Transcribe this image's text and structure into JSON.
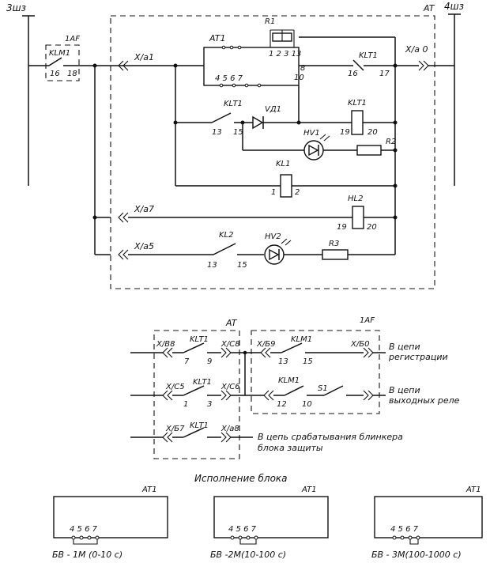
{
  "labels": {
    "bus_left": "3шз",
    "bus_right": "4шз",
    "at_frame": "AT",
    "af_frame": "1AF",
    "klm1": "KLM1",
    "klm1_pin_a": "16",
    "klm1_pin_b": "18",
    "r1": "R1",
    "at1": "AT1",
    "at1_pins_top": "1 2 3 13",
    "at1_pin8": "8",
    "at1_pin10": "10",
    "at1_pins_bottom": "4 5 6 7",
    "x_a1": "X/a1",
    "x_a0": "X/a 0",
    "klt1": "KLT1",
    "klt1_pin16": "16",
    "klt1_pin17": "17",
    "klt1_pin13": "13",
    "klt1_pin15": "15",
    "vd1": "VД1",
    "klt1_coil": "KLT1",
    "klt1_coil_19": "19",
    "klt1_coil_20": "20",
    "hv1": "HV1",
    "r2": "R2",
    "kl1": "KL1",
    "kl1_pin1": "1",
    "kl1_pin2": "2",
    "x_a7": "X/a7",
    "hl2": "HL2",
    "hl2_pin19": "19",
    "hl2_pin20": "20",
    "x_a5": "X/a5",
    "kl2": "KL2",
    "kl2_pin13": "13",
    "kl2_pin15": "15",
    "hv2": "HV2",
    "r3": "R3"
  },
  "lower": {
    "at_frame": "AT",
    "af_frame": "1AF",
    "x_b8": "X/B8",
    "klt1_a": "KLT1",
    "pin7": "7",
    "pin9": "9",
    "x_c8": "X/C8",
    "x_b9": "X/Б9",
    "klm1_a": "KLM1",
    "pin13": "13",
    "pin15": "15",
    "x_b0": "X/Б0",
    "reg_line1": "В цепи",
    "reg_line2": "регистрации",
    "x_c5": "X/C5",
    "klt1_b": "KLT1",
    "pin1": "1",
    "pin3": "3",
    "x_c6": "X/C6",
    "klm1_b": "KLM1",
    "s1": "S1",
    "pin12": "12",
    "pin10": "10",
    "out_line1": "В цепи",
    "out_line2": "выходных реле",
    "x_b7": "X/Б7",
    "klt1_c": "KLT1",
    "x_a8": "X/a8",
    "blink_line1": "В цепь срабатывания блинкера",
    "blink_line2": "блока защиты"
  },
  "variants": {
    "title": "Исполнение блока",
    "items": [
      {
        "label": "AT1",
        "pins": "4 5 6 7",
        "caption": "БВ - 1М (0-10 с)"
      },
      {
        "label": "AT1",
        "pins": "4 5 6 7",
        "caption": "БВ -2М(10-100 с)"
      },
      {
        "label": "AT1",
        "pins": "4 5 6 7",
        "caption": "БВ - 3М(100-1000 с)"
      }
    ]
  }
}
